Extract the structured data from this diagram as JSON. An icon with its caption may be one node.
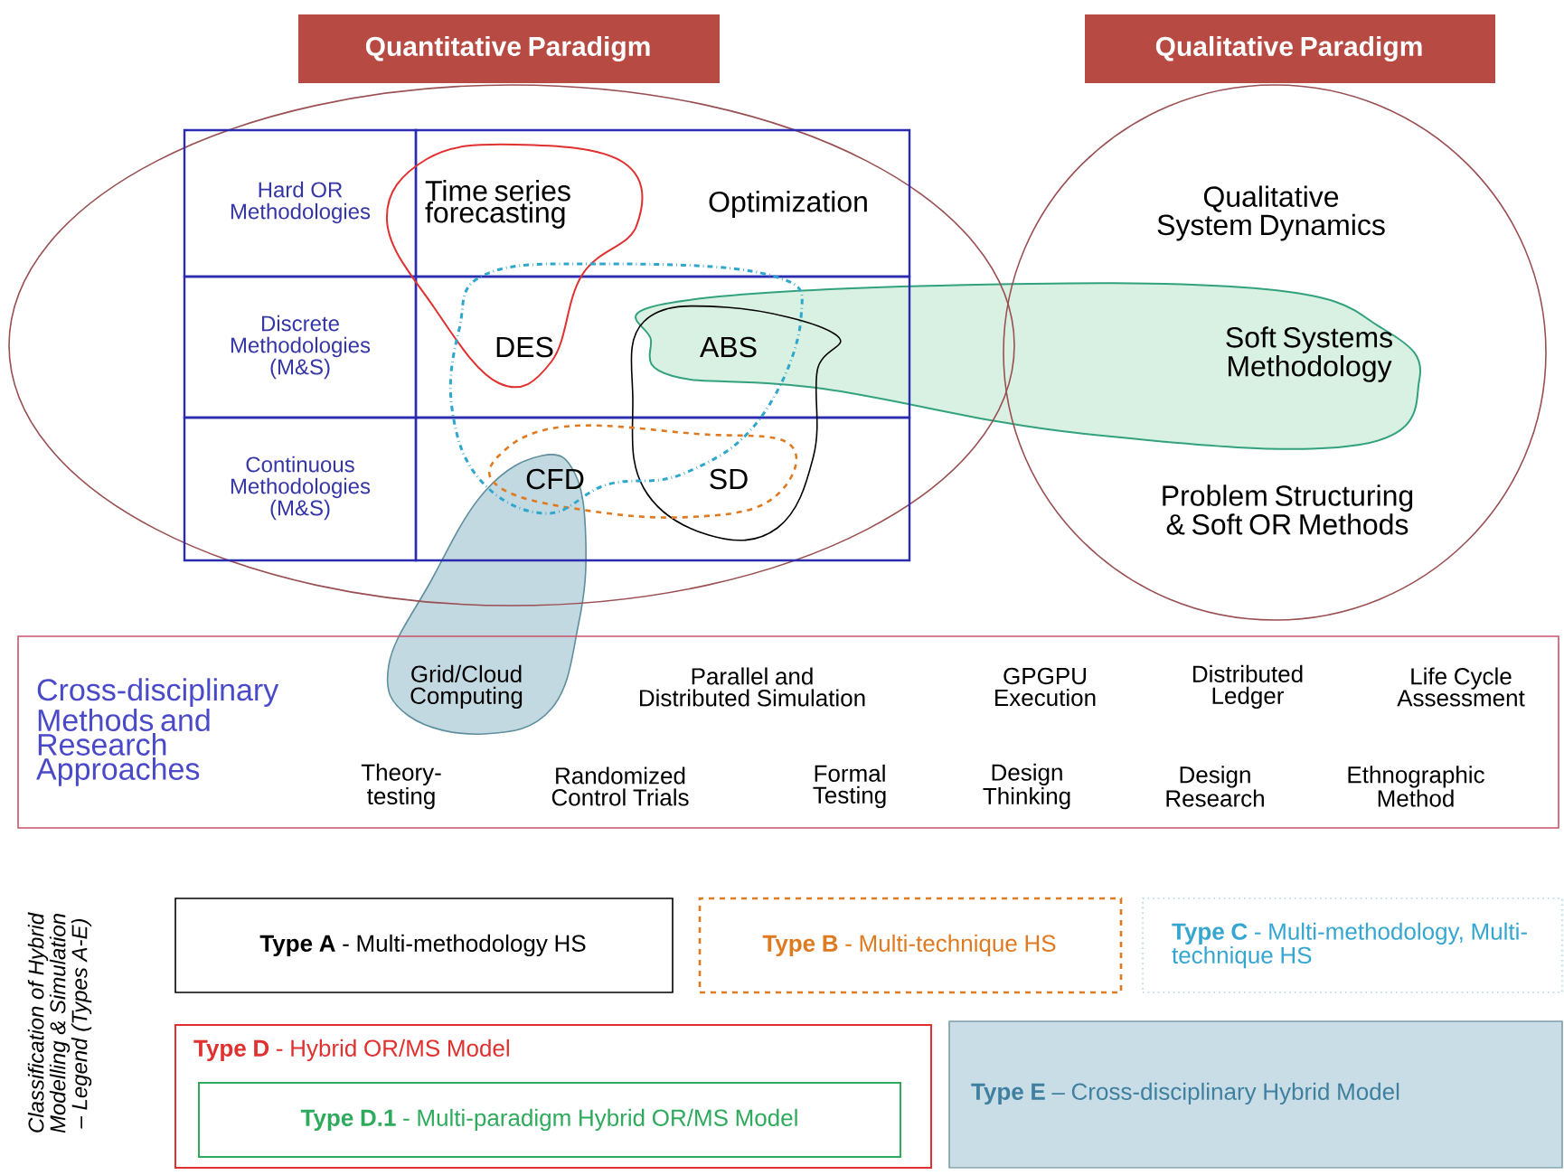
{
  "diagram": {
    "nodes": [
      {
        "text": [
          "Quantitative Paradigm"
        ]
      },
      {
        "text": [
          "Qualitative Paradigm"
        ]
      },
      {
        "text": [
          "Qualitative System Dynamics",
          "Soft Systems Methodology",
          "Problem Structuring & Soft OR Methods"
        ]
      },
      {
        "text": [
          "Hard OR Methodologies"
        ]
      },
      {
        "text": [
          "Discrete Methodologies (M&S)"
        ]
      },
      {
        "text": [
          "Continuous Methodologies (M&S)"
        ]
      },
      {
        "text": [
          "Time series forecasting",
          "Optimization"
        ]
      },
      {
        "text": [
          "DES",
          "ABS"
        ]
      },
      {
        "text": [
          "CFD",
          "SD"
        ]
      },
      {
        "text": [
          "Cross-disciplinary Methods and Research Approaches",
          "Grid/Cloud Computing",
          "Parallel and Distributed Simulation",
          "GPGPU Execution",
          "Distributed Ledger",
          "Life Cycle Assessment",
          "Theory-testing",
          "Randomized Control Trials",
          "Formal Testing",
          "Design Thinking",
          "Design Research",
          "Ethnographic Method"
        ]
      },
      {
        "text": [
          "**Type A** - Multi-methodology HS"
        ]
      },
      {
        "text": [
          "**Type B** - Multi-technique HS"
        ]
      },
      {
        "text": [
          "**Type C** - Multi-methodology, Multi-technique HS"
        ]
      },
      {
        "text": [
          "**Type D** - Hybrid OR/MS Model"
        ]
      },
      {
        "text": [
          "**Type D.1** - Multi-paradigm Hybrid OR/MS Model"
        ],
        "in": 13
      },
      {
        "text": [
          "**Type E** – Cross-disciplinary Hybrid Model"
        ]
      }
    ],
    "labels": [
      "Classification of Hybrid Modelling & Simulation – Legend (Types A-E)"
    ]
  }
}
